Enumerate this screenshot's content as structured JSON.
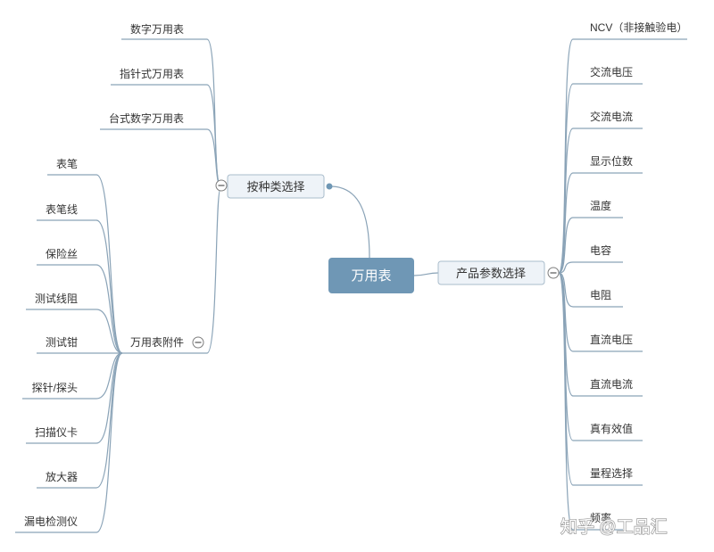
{
  "root": {
    "label": "万用表"
  },
  "by_type": {
    "label": "按种类选择",
    "children": [
      "数字万用表",
      "指针式万用表",
      "台式数字万用表"
    ]
  },
  "accessories": {
    "label": "万用表附件",
    "children": [
      "表笔",
      "表笔线",
      "保险丝",
      "测试线阻",
      "测试钳",
      "探针/探头",
      "扫描仪卡",
      "放大器",
      "漏电检测仪"
    ]
  },
  "params": {
    "label": "产品参数选择",
    "children": [
      "NCV（非接触验电）",
      "交流电压",
      "交流电流",
      "显示位数",
      "温度",
      "电容",
      "电阻",
      "直流电压",
      "直流电流",
      "真有效值",
      "量程选择",
      "频率"
    ]
  },
  "watermark": "知乎 @工品汇",
  "colors": {
    "root_fill": "#6f97b5",
    "node_fill": "#eef3f8",
    "node_stroke": "#a9bccb",
    "line": "#8aa3b7",
    "text": "#333333"
  }
}
